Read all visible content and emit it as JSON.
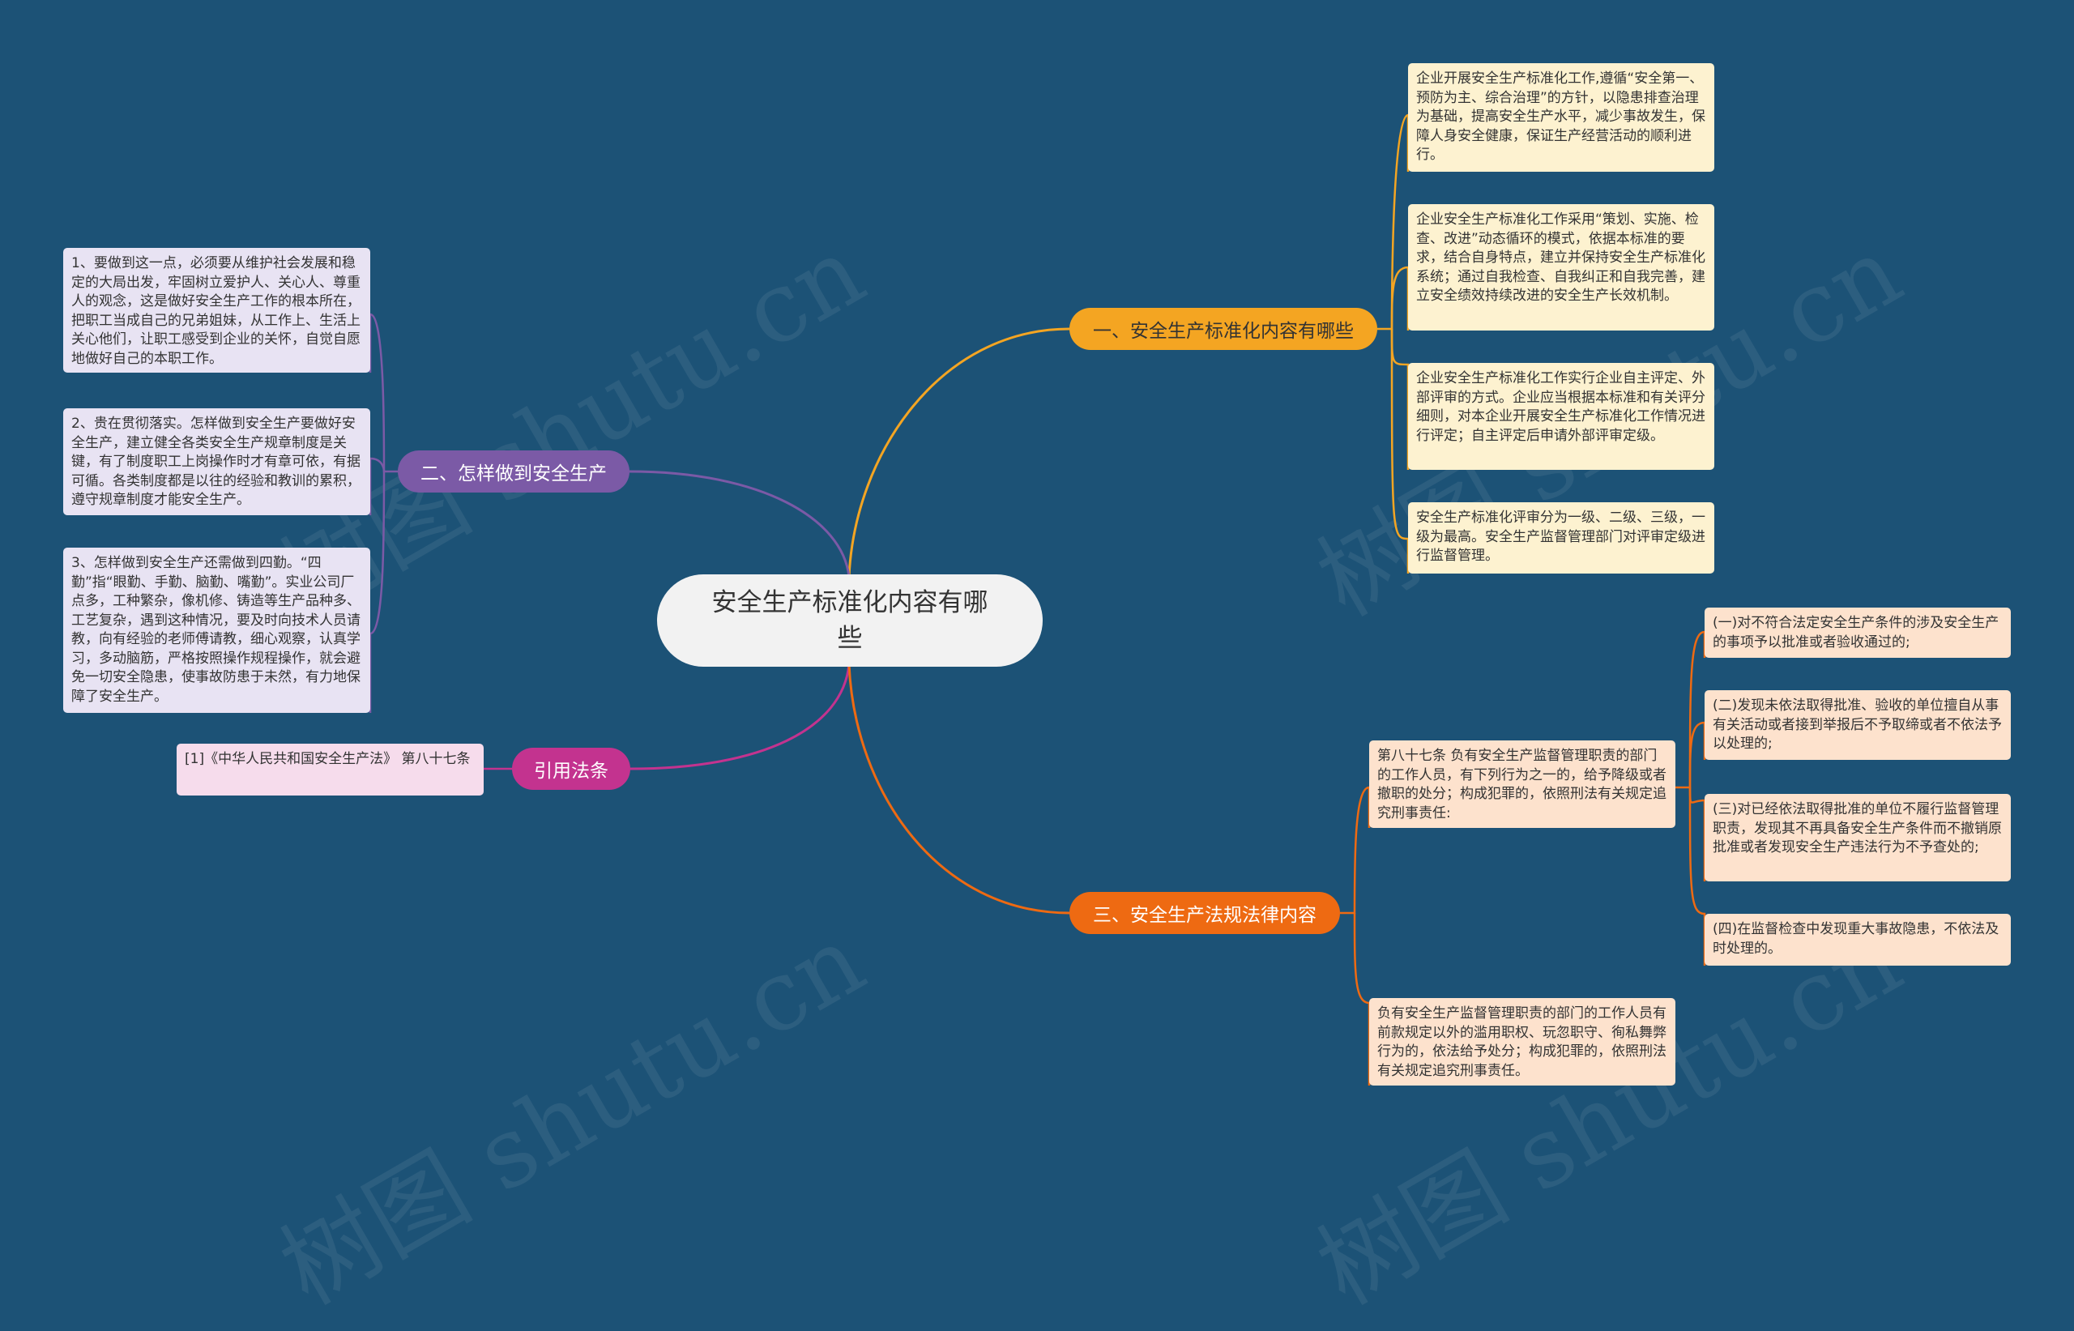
{
  "root": {
    "label": "安全生产标准化内容有哪些"
  },
  "branches": {
    "b1": {
      "label": "一、安全生产标准化内容有哪些",
      "color": "#f4a522"
    },
    "b2": {
      "label": "二、怎样做到安全生产",
      "color": "#7b5aa6"
    },
    "b3": {
      "label": "引用法条",
      "color": "#c3338f"
    },
    "b4": {
      "label": "三、安全生产法规法律内容",
      "color": "#ee6a12"
    }
  },
  "leaves": {
    "b1_1": "企业开展安全生产标准化工作,遵循“安全第一、预防为主、综合治理”的方针，以隐患排查治理为基础，提高安全生产水平，减少事故发生，保障人身安全健康，保证生产经营活动的顺利进行。",
    "b1_2": "企业安全生产标准化工作采用“策划、实施、检查、改进”动态循环的模式，依据本标准的要求，结合自身特点，建立并保持安全生产标准化系统；通过自我检查、自我纠正和自我完善，建立安全绩效持续改进的安全生产长效机制。",
    "b1_3": "企业安全生产标准化工作实行企业自主评定、外部评审的方式。企业应当根据本标准和有关评分细则，对本企业开展安全生产标准化工作情况进行评定；自主评定后申请外部评审定级。",
    "b1_4": "安全生产标准化评审分为一级、二级、三级，一级为最高。安全生产监督管理部门对评审定级进行监督管理。",
    "b2_1": "1、要做到这一点，必须要从维护社会发展和稳定的大局出发，牢固树立爱护人、关心人、尊重人的观念，这是做好安全生产工作的根本所在，把职工当成自己的兄弟姐妹，从工作上、生活上关心他们，让职工感受到企业的关怀，自觉自愿地做好自己的本职工作。",
    "b2_2": "2、贵在贯彻落实。怎样做到安全生产要做好安全生产，建立健全各类安全生产规章制度是关键，有了制度职工上岗操作时才有章可依，有据可循。各类制度都是以往的经验和教训的累积，遵守规章制度才能安全生产。",
    "b2_3": "3、怎样做到安全生产还需做到四勤。“四勤”指“眼勤、手勤、脑勤、嘴勤”。实业公司厂点多，工种繁杂，像机修、铸造等生产品种多、工艺复杂，遇到这种情况，要及时向技术人员请教，向有经验的老师傅请教，细心观察，认真学习，多动脑筋，严格按照操作规程操作，就会避免一切安全隐患，使事故防患于未然，有力地保障了安全生产。",
    "b3_1": "[1]《中华人民共和国安全生产法》 第八十七条",
    "b4_1": "第八十七条 负有安全生产监督管理职责的部门的工作人员，有下列行为之一的，给予降级或者撤职的处分；构成犯罪的，依照刑法有关规定追究刑事责任:",
    "b4_2": "负有安全生产监督管理职责的部门的工作人员有前款规定以外的滥用职权、玩忽职守、徇私舞弊行为的，依法给予处分；构成犯罪的，依照刑法有关规定追究刑事责任。",
    "b4_1_1": "(一)对不符合法定安全生产条件的涉及安全生产的事项予以批准或者验收通过的;",
    "b4_1_2": "(二)发现未依法取得批准、验收的单位擅自从事有关活动或者接到举报后不予取缔或者不依法予以处理的;",
    "b4_1_3": "(三)对已经依法取得批准的单位不履行监督管理职责，发现其不再具备安全生产条件而不撤销原批准或者发现安全生产违法行为不予查处的;",
    "b4_1_4": "(四)在监督检查中发现重大事故隐患，不依法及时处理的。"
  },
  "watermark": "树图 shutu.cn"
}
